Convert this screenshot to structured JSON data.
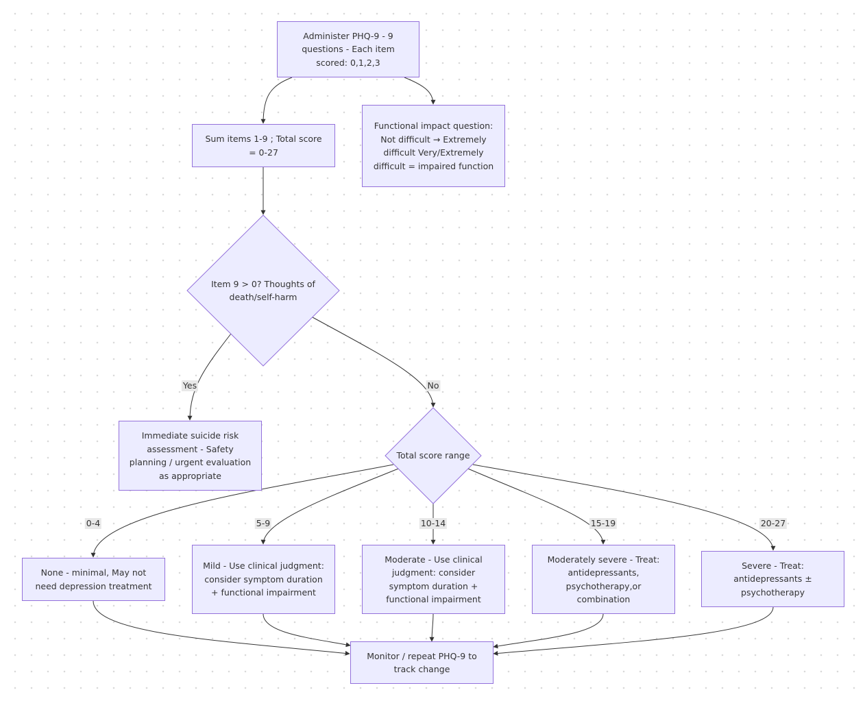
{
  "nodes": {
    "administer": "Administer PHQ-9 - 9 questions - Each item scored: 0,1,2,3",
    "sum": "Sum items 1-9 ; Total score = 0-27",
    "functional": "Functional impact question: Not difficult → Extremely difficult Very/Extremely difficult = impaired function",
    "item9": "Item 9 > 0? Thoughts of death/self-harm",
    "suicide": "Immediate suicide risk assessment - Safety planning / urgent evaluation as appropriate",
    "range": "Total score range",
    "none": "None - minimal, May not need depression treatment",
    "mild": "Mild - Use clinical judgment: consider symptom duration + functional impairment",
    "moderate": "Moderate - Use clinical judgment: consider symptom duration + functional impairment",
    "modsevere": "Moderately severe - Treat: antidepressants, psychotherapy,or combination",
    "severe": "Severe - Treat: antidepressants ± psychotherapy",
    "monitor": "Monitor / repeat PHQ-9 to track change"
  },
  "edge_labels": {
    "yes": "Yes",
    "no": "No",
    "r0_4": "0-4",
    "r5_9": "5-9",
    "r10_14": "10-14",
    "r15_19": "15-19",
    "r20_27": "20-27"
  },
  "colors": {
    "node_fill": "#ECECFF",
    "node_border": "#9370DB",
    "edge": "#333333",
    "label_bg": "#e8e8e8"
  }
}
